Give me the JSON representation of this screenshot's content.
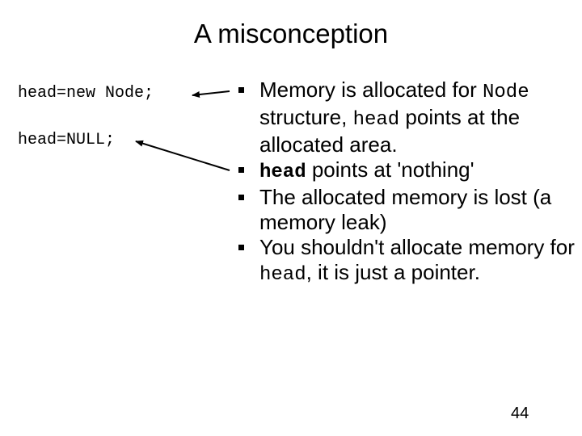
{
  "title": "A misconception",
  "code": {
    "line1": "head=new Node;",
    "line2": "head=NULL;"
  },
  "bullets": [
    {
      "part1": "Memory is allocated for ",
      "code1": "Node",
      "part2": " structure, ",
      "code2": "head",
      "part3": " points at the allocated area."
    },
    {
      "code1": "head",
      "part1": " points at 'nothing'"
    },
    {
      "part1": "The allocated memory is lost (a memory leak)"
    },
    {
      "part1": "You shouldn't allocate memory for ",
      "code1": "head",
      "part2": ", it is just a pointer."
    }
  ],
  "page_number": "44"
}
